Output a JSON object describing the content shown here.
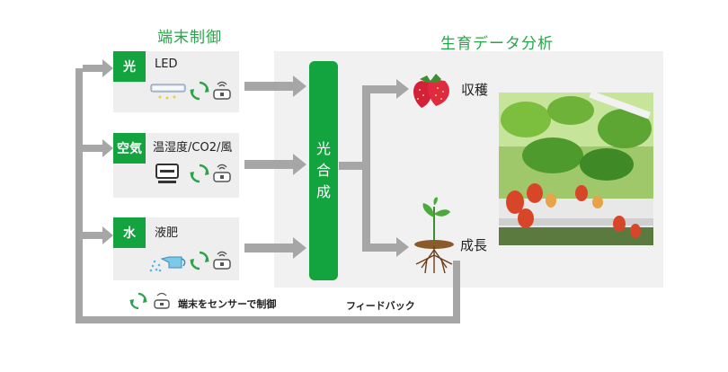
{
  "titles": {
    "terminal_control": "端末制御",
    "growth_analysis": "生育データ分析"
  },
  "inputs": [
    {
      "tag": "光",
      "label": "LED"
    },
    {
      "tag": "空気",
      "label": "温湿度/CO2/風"
    },
    {
      "tag": "水",
      "label": "液肥"
    }
  ],
  "process": {
    "chars": [
      "光",
      "合",
      "成"
    ]
  },
  "outputs": {
    "harvest": "収穫",
    "growth": "成長"
  },
  "legend": {
    "text": "端末をセンサーで制御"
  },
  "feedback": {
    "text": "フィードバック"
  },
  "colors": {
    "accent_green": "#13a33f",
    "title_green": "#2aa44a",
    "arrow_gray": "#a6a6a6",
    "panel_gray": "#eeeeee"
  },
  "icons": [
    "led-light-icon",
    "cycle-icon",
    "sensor-icon",
    "monitor-icon",
    "watering-can-icon",
    "strawberry-icon",
    "sprout-root-icon"
  ]
}
